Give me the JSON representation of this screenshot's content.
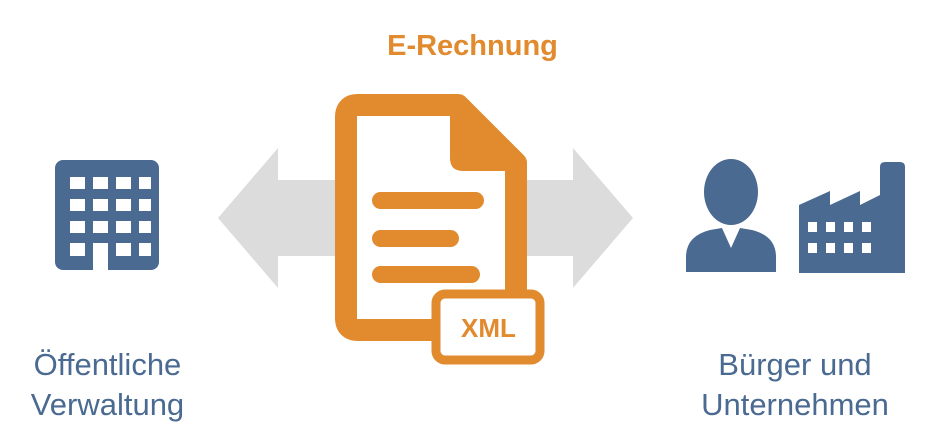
{
  "title": "E-Rechnung",
  "document_badge": "XML",
  "left_party": {
    "line1": "Öffentliche",
    "line2": "Verwaltung",
    "icon": "office-building-icon"
  },
  "right_party": {
    "line1": "Bürger und",
    "line2": "Unternehmen",
    "icons": [
      "person-icon",
      "factory-icon"
    ]
  },
  "colors": {
    "orange": "#e18a2e",
    "blue": "#4a6a92",
    "arrow_gray": "#dcdcdc"
  }
}
